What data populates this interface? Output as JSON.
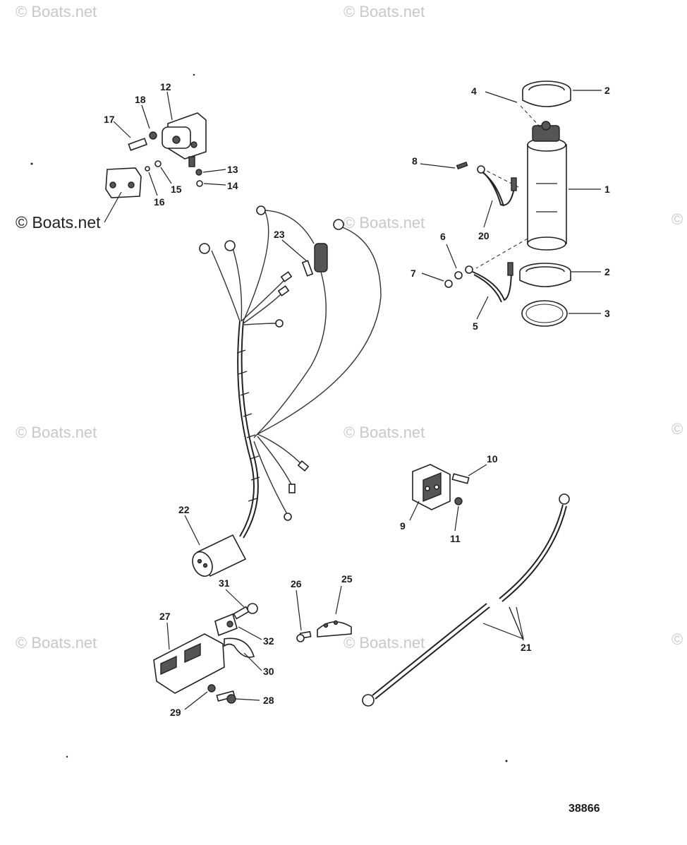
{
  "watermark": {
    "text": "© Boats.net",
    "corner_text": "©"
  },
  "reference_number": "38866",
  "callouts": {
    "c1": "1",
    "c2a": "2",
    "c2b": "2",
    "c3": "3",
    "c4": "4",
    "c5": "5",
    "c6": "6",
    "c7": "7",
    "c8": "8",
    "c9": "9",
    "c10": "10",
    "c11": "11",
    "c12": "12",
    "c13": "13",
    "c14": "14",
    "c15": "15",
    "c16": "16",
    "c17": "17",
    "c18": "18",
    "c20": "20",
    "c21": "21",
    "c22": "22",
    "c23": "23",
    "c25": "25",
    "c26": "26",
    "c27": "27",
    "c28": "28",
    "c29": "29",
    "c30": "30",
    "c31": "31",
    "c32": "32"
  }
}
